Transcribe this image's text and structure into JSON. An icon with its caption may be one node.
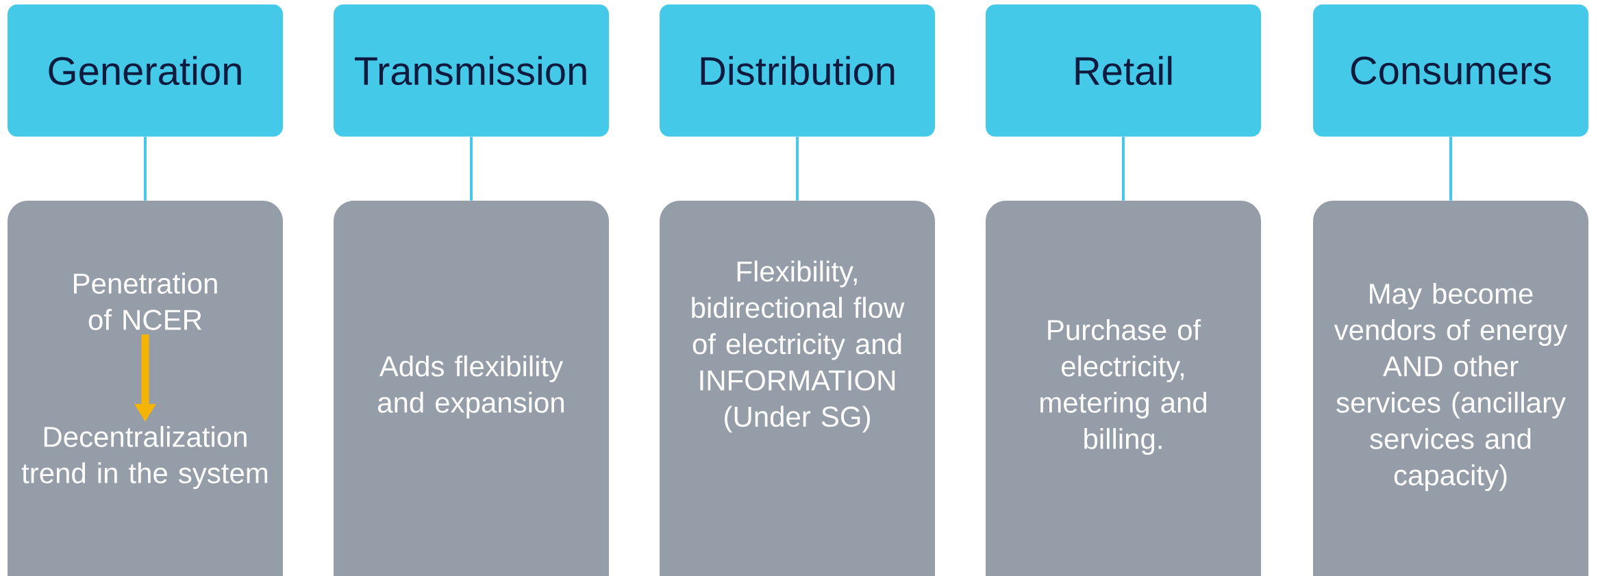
{
  "diagram": {
    "nodes": [
      {
        "text": [
          "Generation"
        ]
      },
      {
        "text": [
          "Transmission"
        ]
      },
      {
        "text": [
          "Distribution"
        ]
      },
      {
        "text": [
          "Retail"
        ]
      },
      {
        "text": [
          "Consumers"
        ]
      },
      {
        "text": [],
        "shape": "box"
      },
      {
        "text": [
          "Penetration of NCER"
        ],
        "in": 5
      },
      {
        "text": [
          "Decentralization trend in the system"
        ],
        "in": 5
      },
      {
        "text": [
          "Adds flexibility and expansion"
        ]
      },
      {
        "text": [
          "Flexibility, bidirectional flow of electricity and INFORMATION (Under SG)"
        ]
      },
      {
        "text": [
          "Purchase of electricity, metering and billing."
        ]
      },
      {
        "text": [
          "May become vendors of energy AND other services (ancillary services and capacity)"
        ]
      }
    ],
    "edges": [
      {
        "from": 0,
        "to": 5,
        "arrow": "none"
      },
      {
        "from": 1,
        "to": 8,
        "arrow": "none"
      },
      {
        "from": 2,
        "to": 9,
        "arrow": "none"
      },
      {
        "from": 3,
        "to": 10,
        "arrow": "none"
      },
      {
        "from": 4,
        "to": 11,
        "arrow": "none"
      },
      {
        "from": 6,
        "to": 7,
        "arrow": "to",
        "style": "thick",
        "color": "#f5b400"
      }
    ]
  }
}
